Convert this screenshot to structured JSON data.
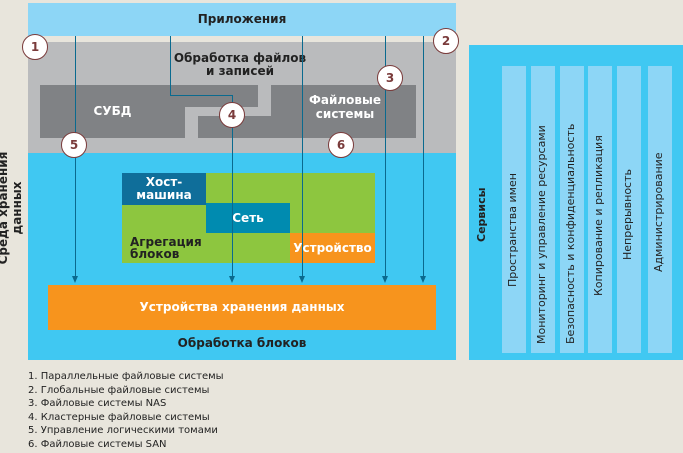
{
  "diagram": {
    "side_label": "Среда хранения данных",
    "applications": "Приложения",
    "file_record_processing": "Обработка файлов и записей",
    "file_record_processing_lines": [
      "Обработка файлов",
      "и записей"
    ],
    "dbms": "СУБД",
    "file_systems_lines": [
      "Файловые",
      "системы"
    ],
    "host_lines": [
      "Хост-",
      "машина"
    ],
    "network": "Сеть",
    "block_aggregation_lines": [
      "Агрегация",
      "блоков"
    ],
    "device": "Устройство",
    "storage_devices": "Устройства хранения данных",
    "block_processing": "Обработка блоков",
    "badges": [
      "1",
      "2",
      "3",
      "4",
      "5",
      "6"
    ]
  },
  "services": {
    "title": "Сервисы",
    "items": [
      "Пространства имен",
      "Мониторинг и управление ресурсами",
      "Безопасность и конфиденциальность",
      "Копирование и репликация",
      "Непрерывность",
      "Администрирование"
    ]
  },
  "legend": [
    "1. Параллельные файловые системы",
    "2. Глобальные файловые системы",
    "3. Файловые системы NAS",
    "4. Кластерные файловые системы",
    "5. Управление логическими томами",
    "6. Файловые системы SAN"
  ],
  "colors": {
    "background": "#e8e5dc",
    "applications": "#8dd6f6",
    "file_layer": "#babbbd",
    "file_blocks": "#808285",
    "block_layer": "#40c8f2",
    "aggregation": "#8dc63f",
    "host": "#0f6e9a",
    "network": "#008bb0",
    "device": "#f7941d",
    "storage": "#f7941d",
    "lines": "#0a6a8f"
  }
}
